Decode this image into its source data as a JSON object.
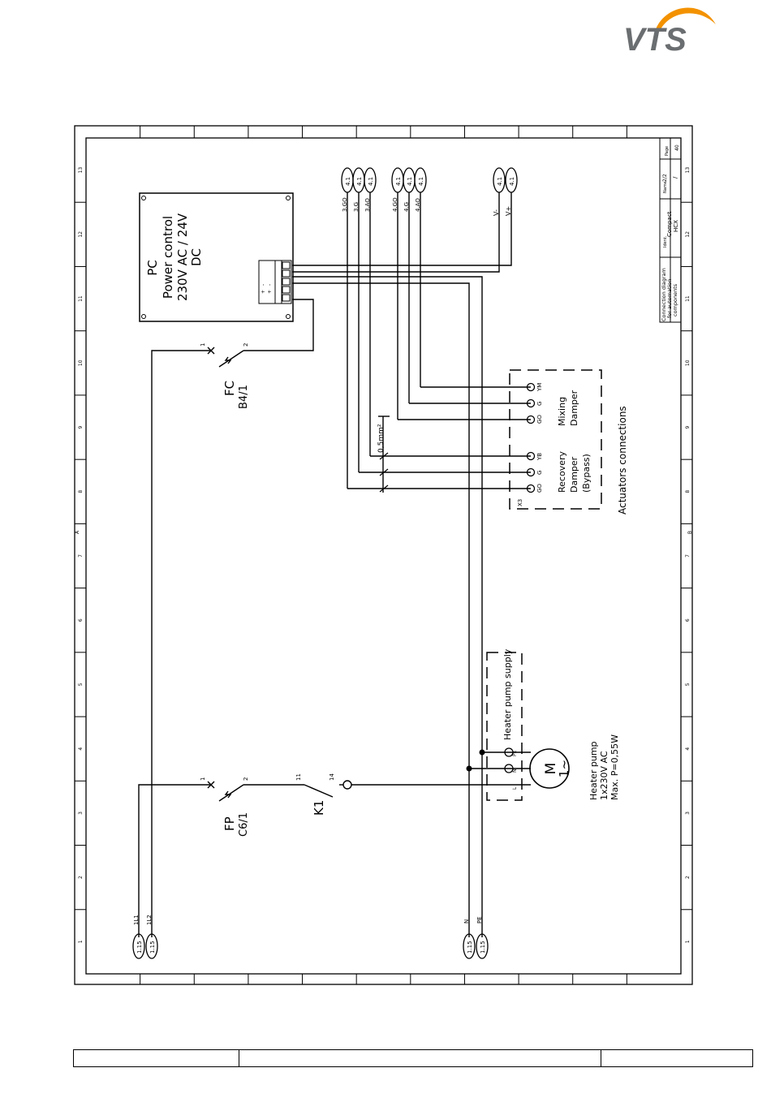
{
  "brand": {
    "name": "VTS",
    "accent_color": "#f39200",
    "text_color": "#6b6e70"
  },
  "title_block": {
    "description": [
      "Connection diagram",
      "for automation",
      "components"
    ],
    "device_label": "Ident.",
    "device": [
      "Compact",
      "HCX"
    ],
    "page_label": "Page",
    "page": "/",
    "sheet_label": "Name",
    "sheet": "2/2",
    "sheet_no": "40"
  },
  "power_control": {
    "code": "PC",
    "lines": [
      "Power control",
      "230V AC / 24V",
      "DC"
    ],
    "terminals": [
      "+",
      "-",
      "+",
      "-"
    ]
  },
  "fc": {
    "name": "FC",
    "ref": "B4/1",
    "pins": [
      "1",
      "2"
    ]
  },
  "fp": {
    "name": "FP",
    "ref": "C6/1",
    "pins": [
      "1",
      "2"
    ]
  },
  "k1": {
    "name": "K1",
    "pins": [
      "11",
      "14"
    ]
  },
  "connectors": {
    "group3": {
      "ref": "4.1",
      "wires": [
        "3.GO",
        "3.G",
        "3.AO"
      ]
    },
    "group4": {
      "ref": "4.1",
      "wires": [
        "4.GO",
        "4.G",
        "4.AO"
      ]
    },
    "groupV": {
      "ref": "4.1",
      "wires": [
        "V-",
        "V+"
      ]
    },
    "supply": {
      "ref": "1.15",
      "wires": [
        "1L1",
        "1L2"
      ]
    },
    "earth": {
      "ref": "1.15",
      "wires": [
        "N",
        "PE"
      ]
    }
  },
  "cable_size": "0,5mm²",
  "actuators": {
    "title": "Actuators connections",
    "terminal_block": "X3",
    "recovery": {
      "label": [
        "Recovery",
        "Damper",
        "(Bypass)"
      ],
      "terminals": [
        "GO",
        "G",
        "YB"
      ]
    },
    "mixing": {
      "label": [
        "Mixing",
        "Damper"
      ],
      "terminals": [
        "GO",
        "G",
        "YM"
      ]
    }
  },
  "heater_supply": {
    "title": "Heater pump supply",
    "terminals": [
      "L",
      "N",
      "PE"
    ]
  },
  "motor": {
    "symbol": "M",
    "phase": "1~",
    "label": [
      "Heater pump",
      "1x230V AC",
      "Max. P=0,55W"
    ]
  },
  "frame_ticks": {
    "side": [
      "1",
      "2",
      "3",
      "4",
      "5",
      "6",
      "7",
      "8",
      "9",
      "10",
      "11",
      "12",
      "13"
    ],
    "marker_left": "A",
    "marker_right": "B"
  }
}
